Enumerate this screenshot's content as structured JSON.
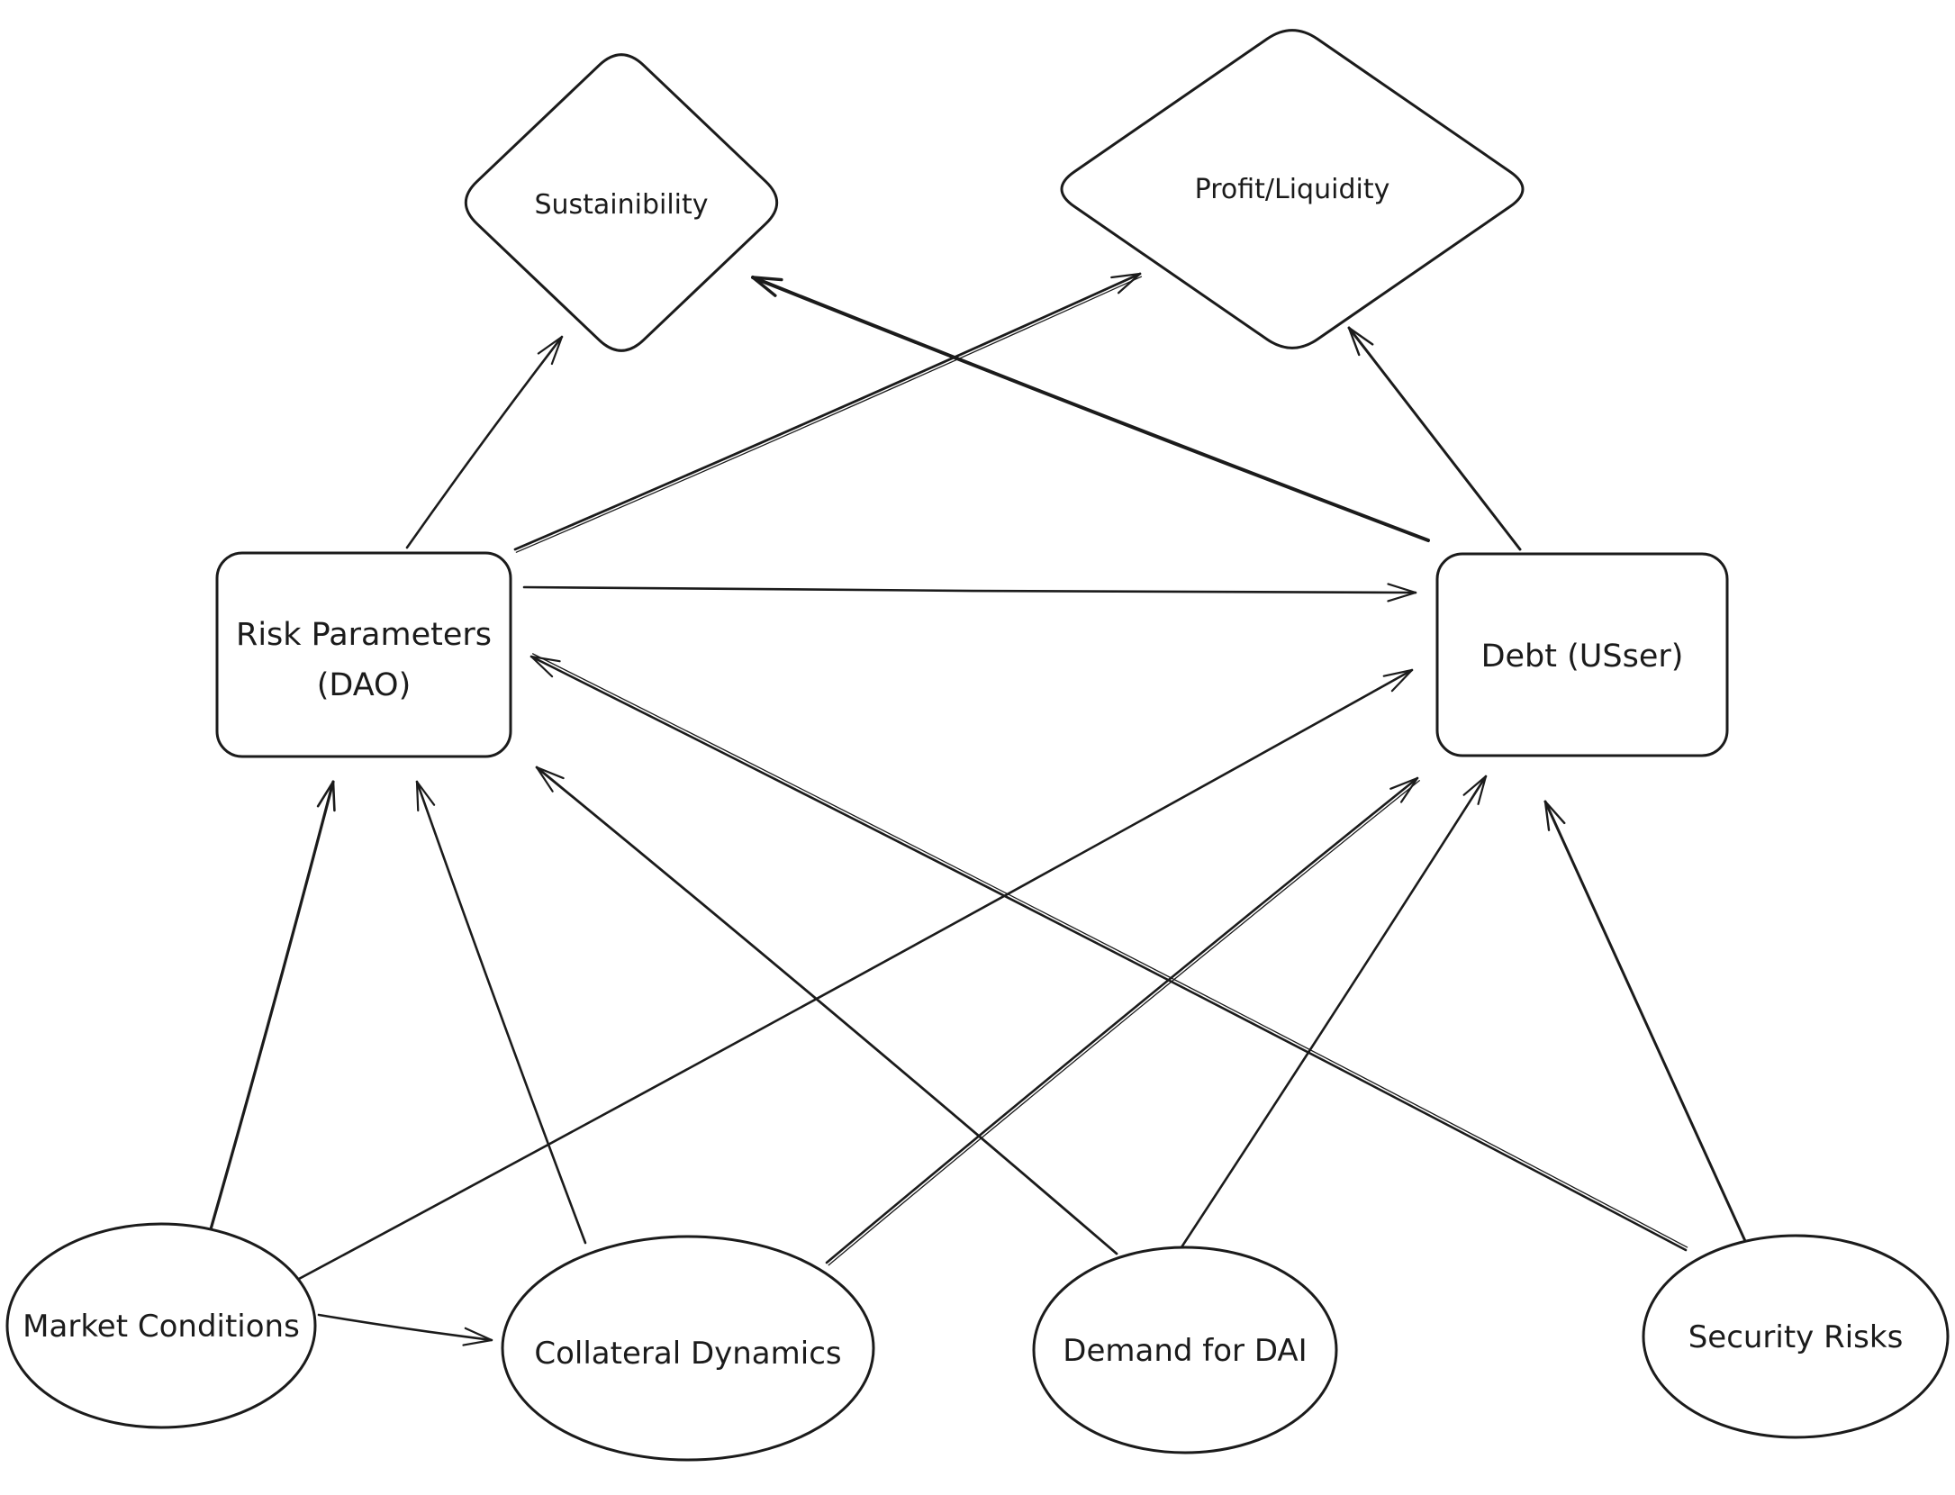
{
  "app": {
    "type": "hand-drawn-flow-diagram",
    "colors": {
      "ink": "#1b1b1b",
      "background": "#ffffff"
    }
  },
  "diagram": {
    "nodes": [
      {
        "id": "sustainability",
        "shape": "diamond",
        "label": "Sustainibility"
      },
      {
        "id": "profit-liquidity",
        "shape": "diamond",
        "label": "Profit/Liquidity"
      },
      {
        "id": "risk-parameters",
        "shape": "rect",
        "label": "Risk Parameters",
        "sublabel": "(DAO)"
      },
      {
        "id": "debt",
        "shape": "rect",
        "label": "Debt (USser)"
      },
      {
        "id": "market-conditions",
        "shape": "ellipse",
        "label": "Market Conditions"
      },
      {
        "id": "collateral-dynamics",
        "shape": "ellipse",
        "label": "Collateral Dynamics"
      },
      {
        "id": "demand-for-dai",
        "shape": "ellipse",
        "label": "Demand for DAI"
      },
      {
        "id": "security-risks",
        "shape": "ellipse",
        "label": "Security Risks"
      }
    ],
    "edges": [
      {
        "from": "market-conditions",
        "to": "risk-parameters",
        "style": "bold"
      },
      {
        "from": "market-conditions",
        "to": "collateral-dynamics",
        "style": "normal"
      },
      {
        "from": "market-conditions",
        "to": "debt",
        "style": "normal"
      },
      {
        "from": "collateral-dynamics",
        "to": "risk-parameters",
        "style": "normal"
      },
      {
        "from": "collateral-dynamics",
        "to": "debt",
        "style": "double"
      },
      {
        "from": "demand-for-dai",
        "to": "risk-parameters",
        "style": "normal"
      },
      {
        "from": "demand-for-dai",
        "to": "debt",
        "style": "normal"
      },
      {
        "from": "security-risks",
        "to": "risk-parameters",
        "style": "double"
      },
      {
        "from": "security-risks",
        "to": "debt",
        "style": "bold"
      },
      {
        "from": "risk-parameters",
        "to": "debt",
        "style": "normal"
      },
      {
        "from": "risk-parameters",
        "to": "sustainability",
        "style": "normal"
      },
      {
        "from": "risk-parameters",
        "to": "profit-liquidity",
        "style": "double"
      },
      {
        "from": "debt",
        "to": "sustainability",
        "style": "thick"
      },
      {
        "from": "debt",
        "to": "profit-liquidity",
        "style": "bold"
      }
    ]
  }
}
